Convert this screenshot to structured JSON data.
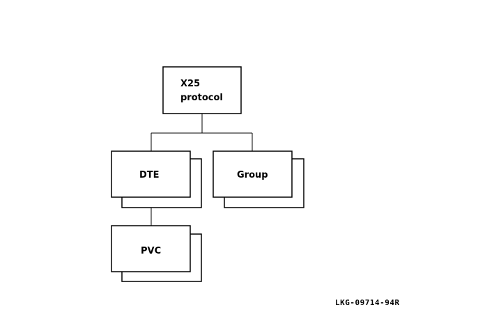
{
  "diagram": {
    "root": {
      "line1": "X25",
      "line2": "protocol"
    },
    "children": {
      "dte": "DTE",
      "group": "Group",
      "pvc": "PVC"
    },
    "figure_code": "LKG-09714-94R"
  }
}
